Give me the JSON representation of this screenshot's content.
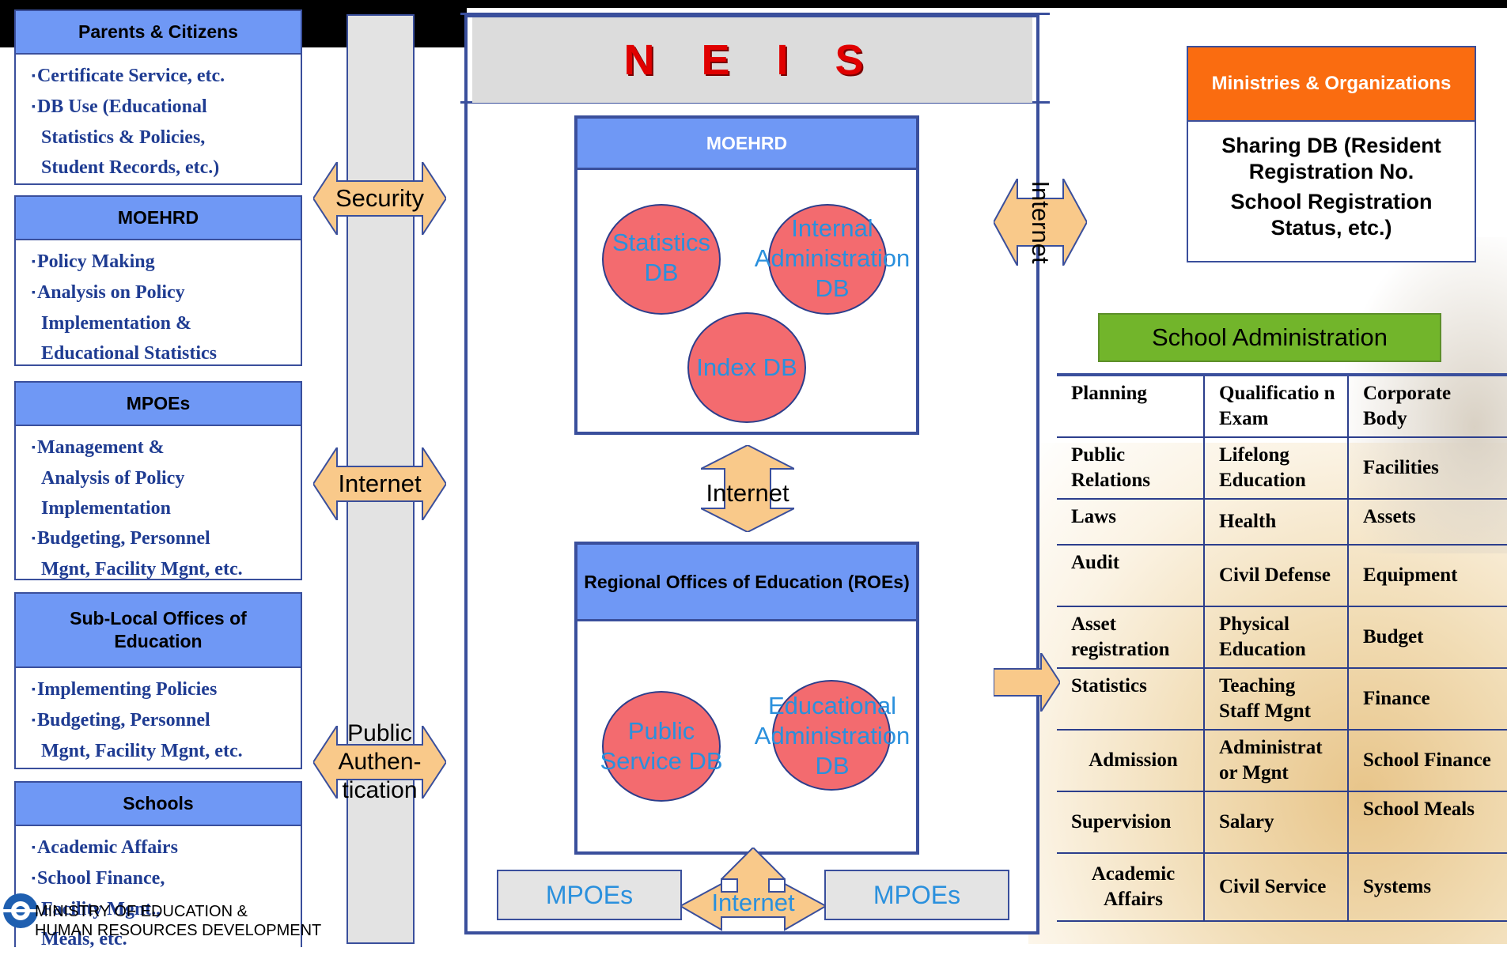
{
  "left": {
    "parents": {
      "title": "Parents & Citizens",
      "items": [
        {
          "bullet": "Certificate Service, etc.",
          "cont": []
        },
        {
          "bullet": "DB Use (Educational",
          "cont": [
            "Statistics & Policies,",
            "Student Records, etc.)"
          ]
        }
      ]
    },
    "moehrd": {
      "title": "MOEHRD",
      "items": [
        {
          "bullet": "Policy Making",
          "cont": []
        },
        {
          "bullet": "Analysis on Policy",
          "cont": [
            "Implementation &",
            "Educational Statistics"
          ]
        }
      ]
    },
    "mpoes": {
      "title": "MPOEs",
      "items": [
        {
          "bullet": "Management &",
          "cont": [
            "Analysis of Policy",
            "Implementation"
          ]
        },
        {
          "bullet": "Budgeting, Personnel",
          "cont": [
            "Mgnt, Facility Mgnt, etc."
          ]
        }
      ]
    },
    "sublocal": {
      "title": "Sub-Local Offices of Education",
      "items": [
        {
          "bullet": "Implementing Policies",
          "cont": []
        },
        {
          "bullet": "Budgeting, Personnel",
          "cont": [
            "Mgnt, Facility Mgnt, etc."
          ]
        }
      ]
    },
    "schools": {
      "title": "Schools",
      "items": [
        {
          "bullet": "Academic Affairs",
          "cont": []
        },
        {
          "bullet": "School Finance,",
          "cont": [
            "Facility Mgnt.,",
            "Meals, etc."
          ]
        }
      ]
    }
  },
  "arrows": {
    "security": "Security",
    "internet_left": "Internet",
    "public_auth": "Public Authen- tication",
    "internet_mid": "Internet",
    "internet_bottom": "Internet",
    "internet_right": "Internet"
  },
  "center": {
    "title": "N E I S",
    "moehrd_title": "MOEHRD",
    "db_stats": "Statistics DB",
    "db_internal": "Internal Administration DB",
    "db_index": "Index DB",
    "roe_title": "Regional Offices of Education (ROEs)",
    "db_public": "Public Service DB",
    "db_edu": "Educational Administration DB",
    "mpoe_left": "MPOEs",
    "mpoe_right": "MPOEs"
  },
  "right": {
    "ministries_title": "Ministries & Organizations",
    "ministries_body_1": "Sharing DB (Resident Registration No.",
    "ministries_body_2": "School Registration Status, etc.)",
    "school_admin": "School Administration",
    "table": [
      [
        "Planning",
        "Qualificatio n Exam",
        "Corporate Body"
      ],
      [
        "Public Relations",
        "Lifelong Education",
        "Facilities"
      ],
      [
        "Laws",
        "Health",
        "Assets"
      ],
      [
        "Audit",
        "Civil Defense",
        "Equipment"
      ],
      [
        "Asset registration",
        "Physical Education",
        "Budget"
      ],
      [
        "Statistics",
        "Teaching Staff Mgnt",
        "Finance"
      ],
      [
        "Admission",
        "Administrat or Mgnt",
        "School Finance"
      ],
      [
        "Supervision",
        "Salary",
        "School Meals"
      ],
      [
        "Academic Affairs",
        "Civil Service",
        "Systems"
      ]
    ]
  },
  "footer": {
    "logo_line1": "MINISTRY OF EDUCATION &",
    "logo_line2": "HUMAN RESOURCES DEVELOPMENT"
  },
  "colors": {
    "header_blue": "#6f98f5",
    "border_navy": "#3a4f9c",
    "db_red": "#f36b6f",
    "db_text": "#2a90dd",
    "arrow_fill": "#f9c98a",
    "ministries_orange": "#fa6c10",
    "school_green": "#72b52b",
    "title_red": "#e00000"
  }
}
